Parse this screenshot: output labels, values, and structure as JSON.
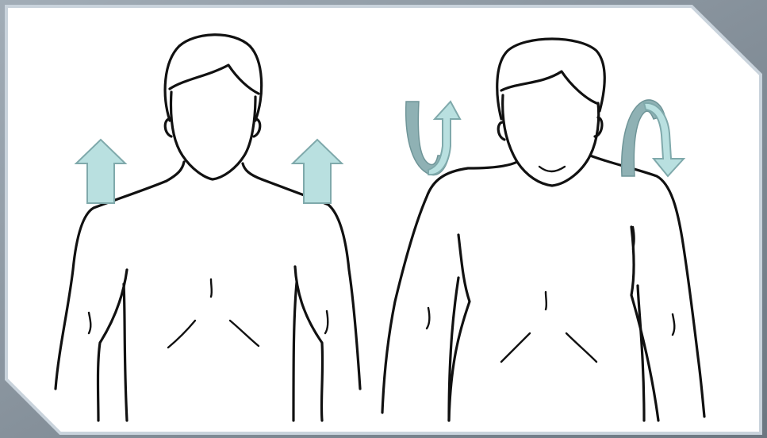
{
  "figure": {
    "panels": [
      {
        "id": "left",
        "subject": "figure-level-shoulders",
        "arrows": [
          "arrow-up",
          "arrow-up"
        ]
      },
      {
        "id": "right",
        "subject": "figure-tilted-shoulders",
        "arrows": [
          "arrow-rotate-up",
          "arrow-rotate-down"
        ]
      }
    ],
    "colors": {
      "arrow_fill": "#b9e0e0",
      "arrow_stroke": "#7fa9ab",
      "loop_fill": "#8fb1b4",
      "card": "#ffffff",
      "card_border": "#c9d3dc",
      "backdrop": "#8e9aa6"
    }
  }
}
